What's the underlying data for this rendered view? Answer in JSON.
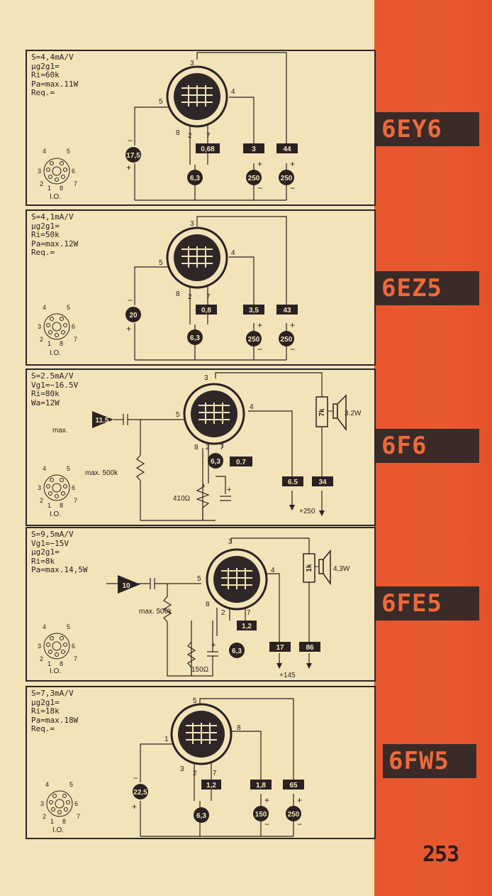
{
  "page_number": "253",
  "colors": {
    "page": "#f3e3b8",
    "sidebar": "#e9592f",
    "tag_bg": "#3a2b28",
    "tag_text": "#ef6a3a",
    "ink": "#2a2222"
  },
  "entries": [
    {
      "tube": "6EY6",
      "specs": [
        "S=4,4mA/V",
        "μg2g1=",
        "Ri=60k",
        "Pa=max.11W",
        "Req.="
      ],
      "socket": {
        "pins": [
          "1",
          "2",
          "3",
          "4",
          "5",
          "6",
          "7",
          "8"
        ],
        "label": "I.O."
      },
      "tube_pins": [
        "3",
        "4",
        "5",
        "8",
        "2",
        "7"
      ],
      "values": {
        "grid_bias": "17,5",
        "heater": "6,3",
        "cathode_current": "0,68",
        "screen_current": "3",
        "anode_current": "44",
        "screen_voltage": "250",
        "anode_voltage": "250"
      }
    },
    {
      "tube": "6EZ5",
      "specs": [
        "S=4,1mA/V",
        "μg2g1=",
        "Ri=50k",
        "Pa=max.12W",
        "Req.="
      ],
      "socket": {
        "pins": [
          "1",
          "2",
          "3",
          "4",
          "5",
          "6",
          "7",
          "8"
        ],
        "label": "I.O."
      },
      "tube_pins": [
        "3",
        "4",
        "5",
        "8",
        "2",
        "7"
      ],
      "values": {
        "grid_bias": "20",
        "heater": "6,3",
        "cathode_current": "0,8",
        "screen_current": "3,5",
        "anode_current": "43",
        "screen_voltage": "250",
        "anode_voltage": "250"
      }
    },
    {
      "tube": "6F6",
      "specs": [
        "S=2.5mA/V",
        "Vg1=−16.5V",
        "Ri=80k",
        "Wa=12W"
      ],
      "socket": {
        "pins": [
          "1",
          "2",
          "3",
          "4",
          "5",
          "6",
          "7",
          "8"
        ],
        "label": "I.O."
      },
      "tube_pins": [
        "3",
        "4",
        "5",
        "8",
        "2",
        "7"
      ],
      "values": {
        "input": "11.5",
        "input_note": "max.",
        "grid_resistor": "max. 500k",
        "heater": "6,3",
        "cathode_current": "0.7",
        "cathode_resistor": "410Ω",
        "load": "7k",
        "output_power": "3.2W",
        "screen_current": "6.5",
        "anode_current": "34",
        "supply": "+250"
      }
    },
    {
      "tube": "6FE5",
      "specs": [
        "S=9,5mA/V",
        "Vg1=−15V",
        "μg2g1=",
        "Ri=8k",
        "Pa=max.14,5W"
      ],
      "socket": {
        "pins": [
          "1",
          "2",
          "3",
          "4",
          "5",
          "6",
          "7",
          "8"
        ],
        "label": "I.O."
      },
      "tube_pins": [
        "3",
        "4",
        "5",
        "8",
        "2",
        "7"
      ],
      "values": {
        "input": "10",
        "grid_resistor": "max. 500k",
        "heater": "6,3",
        "cathode_current": "1,2",
        "cathode_resistor": "150Ω",
        "load": "1k",
        "output_power": "4,3W",
        "screen_current": "17",
        "anode_current": "86",
        "supply": "+145"
      }
    },
    {
      "tube": "6FW5",
      "specs": [
        "S=7,3mA/V",
        "μg2g1=",
        "Ri=18k",
        "Pa=max.18W",
        "Req.="
      ],
      "socket": {
        "pins": [
          "1",
          "2",
          "3",
          "4",
          "5",
          "6",
          "7",
          "8"
        ],
        "label": "I.O."
      },
      "tube_pins": [
        "5",
        "8",
        "1",
        "3",
        "2",
        "7"
      ],
      "values": {
        "grid_bias": "22,5",
        "heater": "6,3",
        "cathode_current": "1,2",
        "screen_current": "1,8",
        "anode_current": "65",
        "screen_voltage": "150",
        "anode_voltage": "250"
      }
    }
  ]
}
